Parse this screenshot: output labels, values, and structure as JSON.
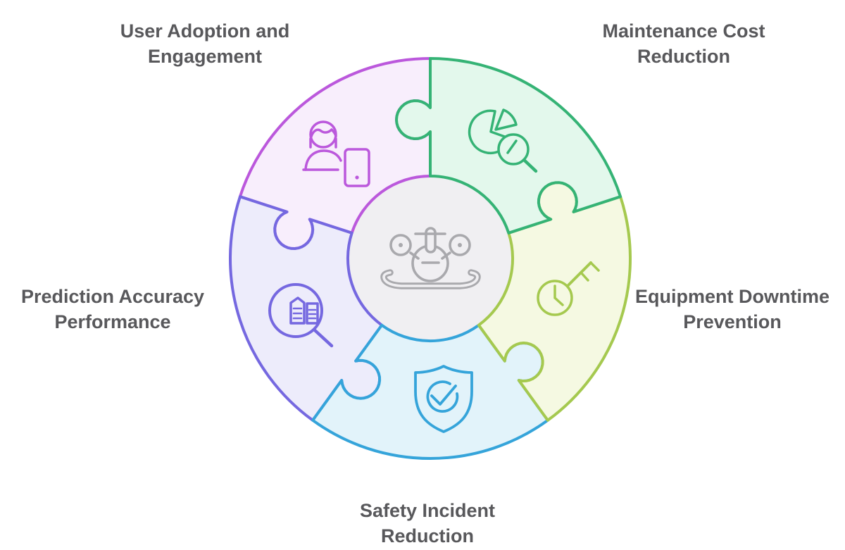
{
  "diagram": {
    "label_color": "#58585b",
    "background": "#ffffff",
    "center": {
      "icon": "drone-icon",
      "fill": "#f0eff2",
      "icon_color": "#a9a9ad"
    },
    "segments": [
      {
        "id": "maintenance-cost-reduction",
        "label_line1": "Maintenance Cost",
        "label_line2": "Reduction",
        "icon": "pie-chart-magnifier-icon",
        "stroke": "#35b375",
        "fill": "#e3f8ec"
      },
      {
        "id": "equipment-downtime-prevention",
        "label_line1": "Equipment Downtime",
        "label_line2": "Prevention",
        "icon": "key-clock-icon",
        "stroke": "#a5c94f",
        "fill": "#f5f9e2"
      },
      {
        "id": "safety-incident-reduction",
        "label_line1": "Safety Incident",
        "label_line2": "Reduction",
        "icon": "shield-check-icon",
        "stroke": "#35a4da",
        "fill": "#e2f3fa"
      },
      {
        "id": "prediction-accuracy-performance",
        "label_line1": "Prediction Accuracy",
        "label_line2": "Performance",
        "icon": "document-magnifier-icon",
        "stroke": "#7568e0",
        "fill": "#edecfb"
      },
      {
        "id": "user-adoption-engagement",
        "label_line1": "User Adoption and",
        "label_line2": "Engagement",
        "icon": "person-tablet-icon",
        "stroke": "#bb58dc",
        "fill": "#f8eefc"
      }
    ]
  }
}
